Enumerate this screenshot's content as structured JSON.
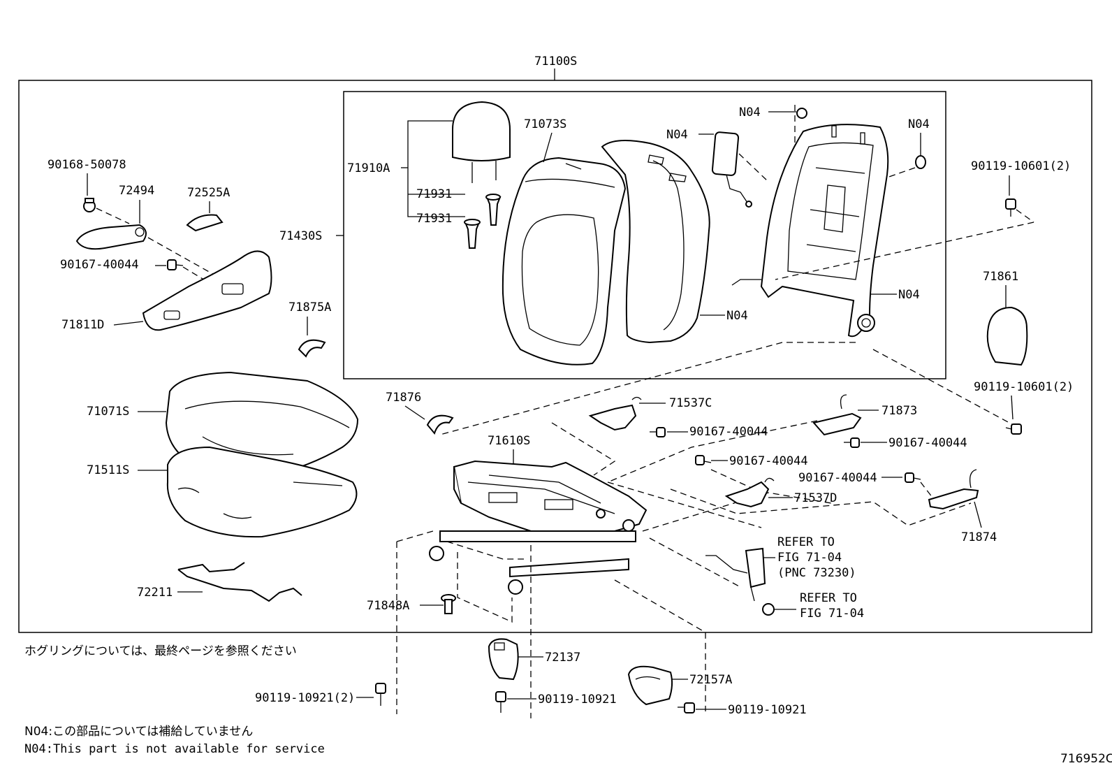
{
  "diagram": {
    "assembly_label": "71100S",
    "drawing_number": "716952C",
    "labels": {
      "p71910A": "71910A",
      "p71931a": "71931",
      "p71931b": "71931",
      "p71073S": "71073S",
      "p71430S": "71430S",
      "n04_top": "N04",
      "n04_topleft": "N04",
      "n04_topright": "N04",
      "n04_pad": "N04",
      "n04_frame": "N04",
      "p90168_50078": "90168-50078",
      "p72494": "72494",
      "p72525A": "72525A",
      "p90167_40044_a": "90167-40044",
      "p71811D": "71811D",
      "p71875A": "71875A",
      "p90119_10601_a": "90119-10601(2)",
      "p71861": "71861",
      "p90119_10601_b": "90119-10601(2)",
      "p71071S": "71071S",
      "p71511S": "71511S",
      "p71876": "71876",
      "p71610S": "71610S",
      "p71537C": "71537C",
      "p90167_40044_b": "90167-40044",
      "p71873": "71873",
      "p90167_40044_c": "90167-40044",
      "p90167_40044_d": "90167-40044",
      "p90167_40044_e": "90167-40044",
      "p71537D": "71537D",
      "p71874": "71874",
      "p72211": "72211",
      "p71848A": "71848A",
      "refer1_line1": "REFER TO",
      "refer1_line2": "FIG 71-04",
      "refer1_line3": "(PNC 73230)",
      "refer2_line1": "REFER TO",
      "refer2_line2": "FIG 71-04",
      "p72137": "72137",
      "p72157A": "72157A",
      "p90119_10921_a": "90119-10921(2)",
      "p90119_10921_b": "90119-10921",
      "p90119_10921_c": "90119-10921"
    },
    "notes": {
      "hog_ring": "ホグリングについては、最終ページを参照ください",
      "n04_jp": "N04:この部品については補給していません",
      "n04_en": "N04:This part is not available for service"
    }
  }
}
